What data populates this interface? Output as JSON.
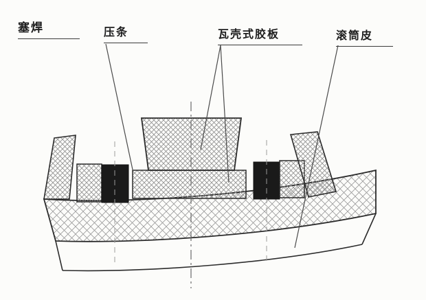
{
  "diagram": {
    "labels": {
      "plug_weld": "塞焊",
      "pressure_strip": "压条",
      "shell_rubber_plate": "瓦壳式胶板",
      "drum_skin": "滚筒皮"
    },
    "colors": {
      "outline": "#2b2b2b",
      "hatch": "#8f8f8f",
      "seal_fill": "#1a1a1a",
      "leader": "#4a4a4a",
      "centerline": "#6a6a6a",
      "background": "#fcfcfa"
    }
  }
}
